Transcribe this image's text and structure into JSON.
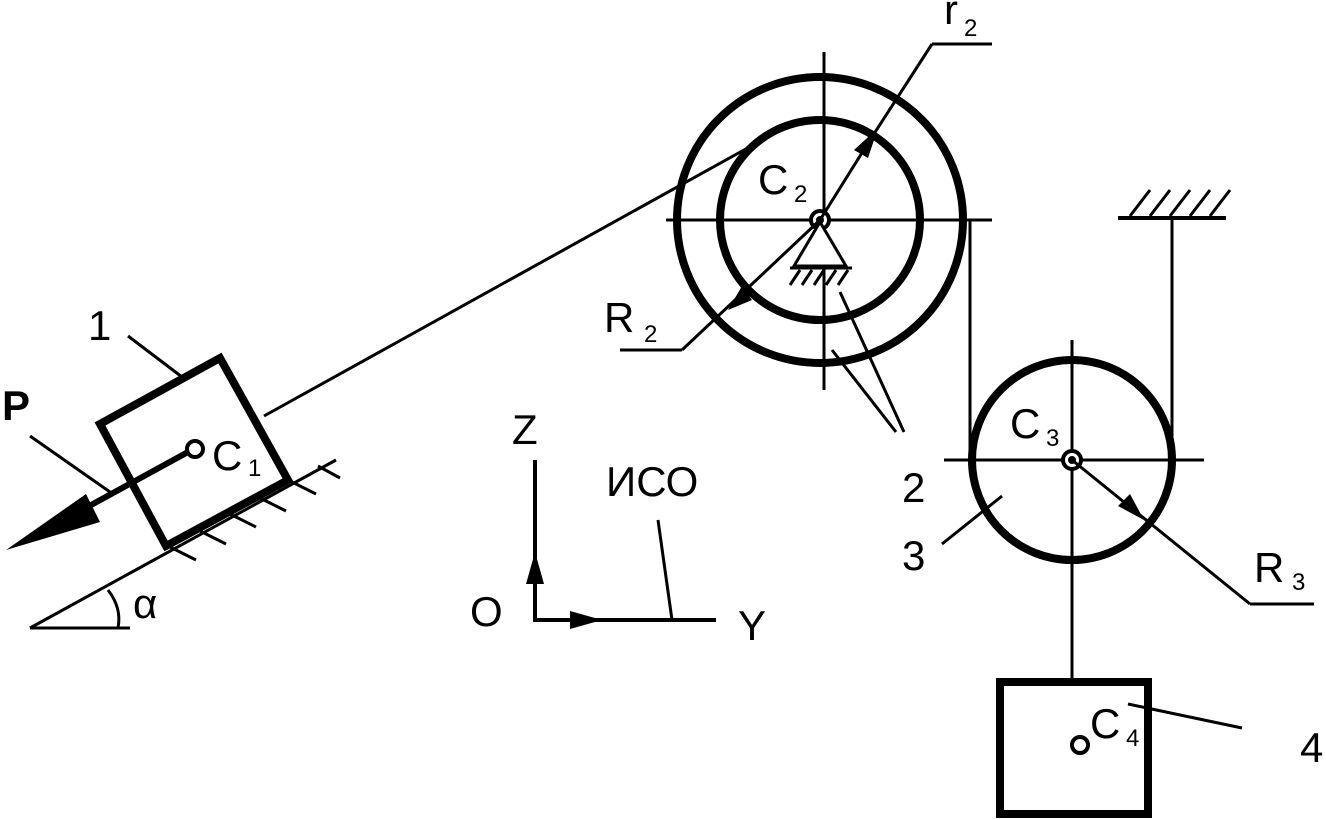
{
  "labels": {
    "force": "P",
    "angle": "α",
    "body1_number": "1",
    "body2_number": "2",
    "body3_number": "3",
    "body4_number": "4",
    "c1": "C",
    "c1_sub": "1",
    "c2": "C",
    "c2_sub": "2",
    "c3": "C",
    "c3_sub": "3",
    "c4": "C",
    "c4_sub": "4",
    "small_radius": "r",
    "small_radius_sub": "2",
    "big_radius": "R",
    "big_radius_sub": "2",
    "radius3": "R",
    "radius3_sub": "3",
    "axis_z": "Z",
    "axis_y": "Y",
    "origin": "O",
    "frame": "ИСО"
  }
}
